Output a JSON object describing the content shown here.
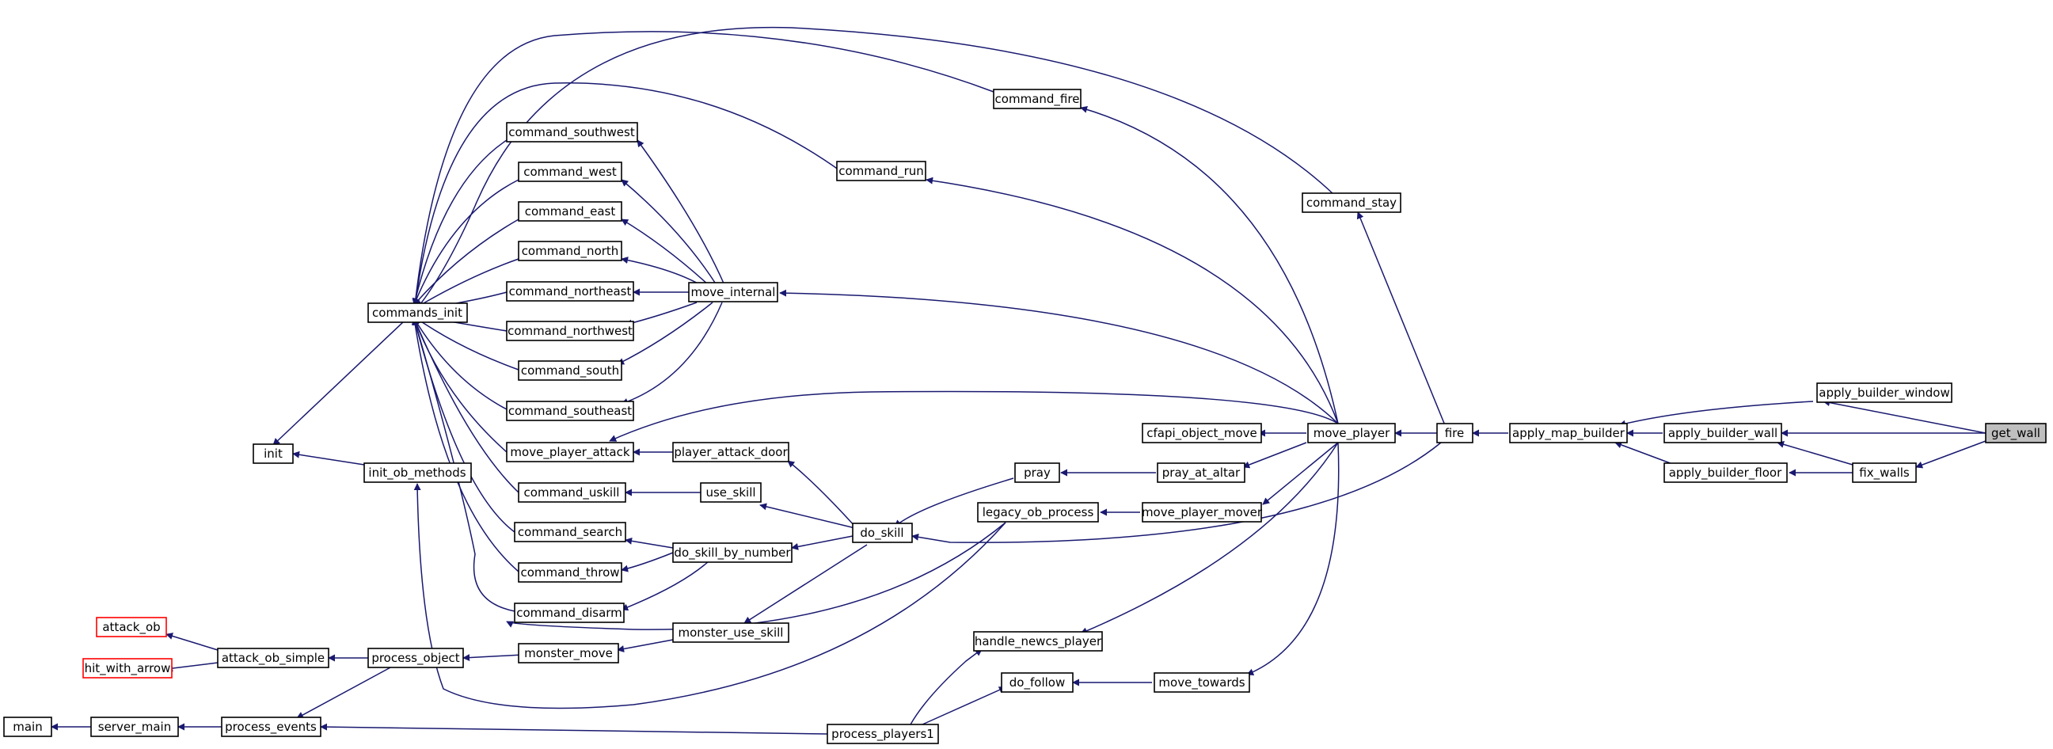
{
  "colors": {
    "edge": "#191970",
    "node_border": "#000000",
    "external_border": "#ff0000",
    "focus_fill": "#bfbfbf"
  },
  "nodes": {
    "get_wall": "get_wall",
    "apply_builder_window": "apply_builder_window",
    "apply_builder_wall": "apply_builder_wall",
    "apply_builder_floor": "apply_builder_floor",
    "fix_walls": "fix_walls",
    "apply_map_builder": "apply_map_builder",
    "fire": "fire",
    "move_player": "move_player",
    "command_stay": "command_stay",
    "command_fire": "command_fire",
    "command_run": "command_run",
    "move_internal": "move_internal",
    "cfapi_object_move": "cfapi_object_move",
    "pray_at_altar": "pray_at_altar",
    "move_player_mover": "move_player_mover",
    "handle_newcs_player": "handle_newcs_player",
    "move_towards": "move_towards",
    "do_follow": "do_follow",
    "process_players1": "process_players1",
    "legacy_ob_process": "legacy_ob_process",
    "pray": "pray",
    "do_skill": "do_skill",
    "player_attack_door": "player_attack_door",
    "use_skill": "use_skill",
    "do_skill_by_number": "do_skill_by_number",
    "monster_use_skill": "monster_use_skill",
    "monster_move": "monster_move",
    "move_player_attack": "move_player_attack",
    "command_southwest": "command_southwest",
    "command_west": "command_west",
    "command_east": "command_east",
    "command_north": "command_north",
    "command_northeast": "command_northeast",
    "command_northwest": "command_northwest",
    "command_south": "command_south",
    "command_southeast": "command_southeast",
    "command_uskill": "command_uskill",
    "command_search": "command_search",
    "command_throw": "command_throw",
    "command_disarm": "command_disarm",
    "commands_init": "commands_init",
    "init_ob_methods": "init_ob_methods",
    "init": "init",
    "process_object": "process_object",
    "attack_ob_simple": "attack_ob_simple",
    "attack_ob": "attack_ob",
    "hit_with_arrow": "hit_with_arrow",
    "process_events": "process_events",
    "server_main": "server_main",
    "main": "main"
  }
}
